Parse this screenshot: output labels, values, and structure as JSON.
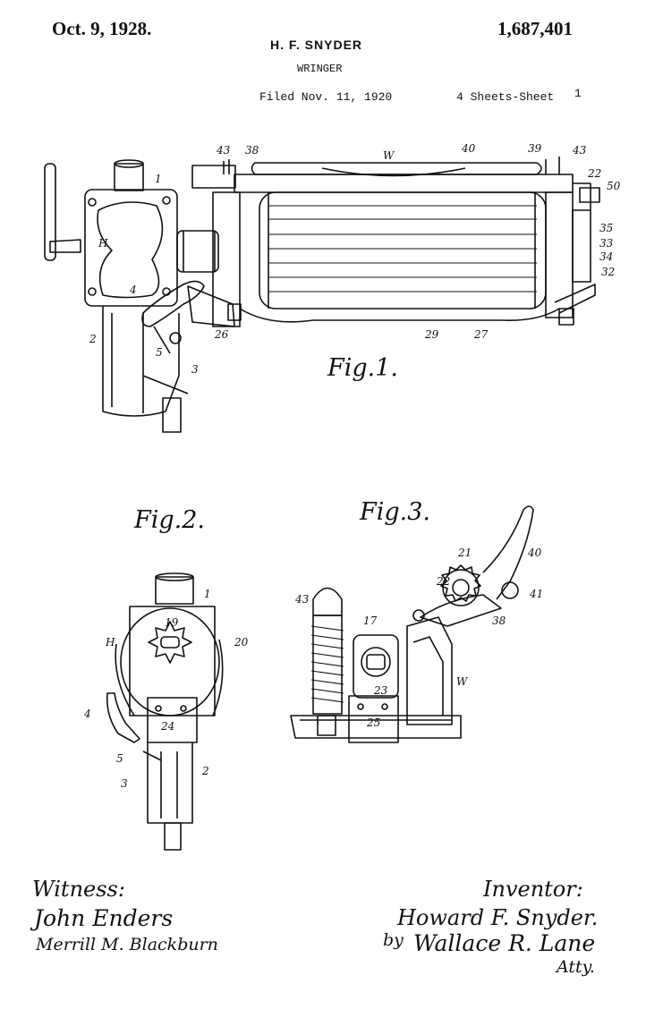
{
  "header": {
    "date": "Oct. 9, 1928.",
    "patent_number": "1,687,401",
    "inventor_name": "H. F. SNYDER",
    "title": "WRINGER",
    "filed": "Filed Nov. 11, 1920",
    "sheets": "4 Sheets-Sheet",
    "sheet_number": "1"
  },
  "figures": {
    "fig1_caption": "Fig.1.",
    "fig2_caption": "Fig.2.",
    "fig3_caption": "Fig.3."
  },
  "reference_numerals": {
    "fig1": [
      "1",
      "H",
      "2",
      "3",
      "4",
      "5",
      "26",
      "43",
      "38",
      "W",
      "40",
      "39",
      "43",
      "22",
      "50",
      "35",
      "33",
      "34",
      "32",
      "29",
      "27"
    ],
    "fig2": [
      "1",
      "H",
      "19",
      "20",
      "4",
      "24",
      "5",
      "3",
      "2"
    ],
    "fig3": [
      "40",
      "21",
      "22",
      "41",
      "38",
      "43",
      "17",
      "W",
      "23",
      "25"
    ]
  },
  "signatures": {
    "witness_heading": "Witness:",
    "witness_1": "John Enders",
    "witness_2": "Merrill M. Blackburn",
    "inventor_heading": "Inventor:",
    "inventor": "Howard F. Snyder.",
    "by": "by",
    "attorney": "Wallace R. Lane",
    "attorney_suffix": "Atty."
  }
}
